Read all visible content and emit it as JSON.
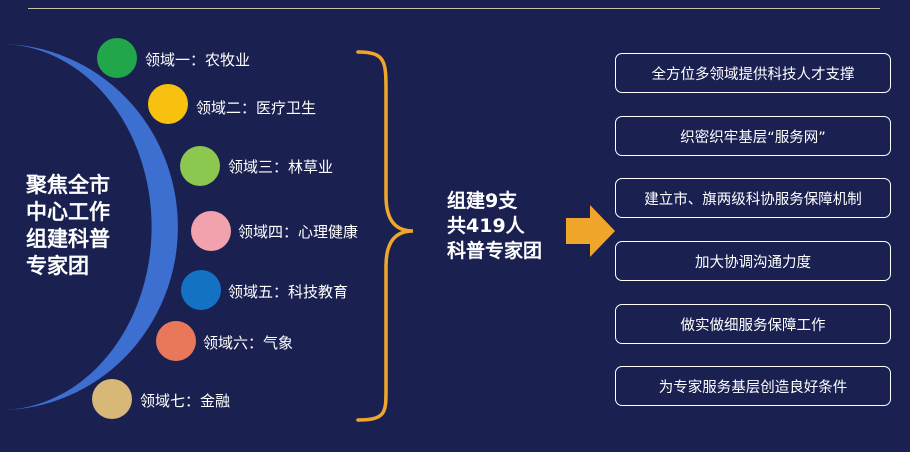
{
  "left_title": "聚焦全市\n中心工作\n组建科普\n专家团",
  "center_text": "组建9支\n共419人\n科普专家团",
  "domains": [
    {
      "label": "领域一：农牧业",
      "color": "#21a64a"
    },
    {
      "label": "领域二：医疗卫生",
      "color": "#f9c10f"
    },
    {
      "label": "领域三：林草业",
      "color": "#8cc850"
    },
    {
      "label": "领域四：心理健康",
      "color": "#f2a2ad"
    },
    {
      "label": "领域五：科技教育",
      "color": "#1472c4"
    },
    {
      "label": "领域六：气象",
      "color": "#e9785a"
    },
    {
      "label": "领域七：金融",
      "color": "#d8b876"
    }
  ],
  "actions": [
    "全方位多领域提供科技人才支撑",
    "织密织牢基层“服务网”",
    "建立市、旗两级科协服务保障机制",
    "加大协调沟通力度",
    "做实做细服务保障工作",
    "为专家服务基层创造良好条件"
  ],
  "colors": {
    "background": "#1a2150",
    "arc": "#3d6fd1",
    "brace": "#f0a62b",
    "arrow": "#f0a62b"
  }
}
